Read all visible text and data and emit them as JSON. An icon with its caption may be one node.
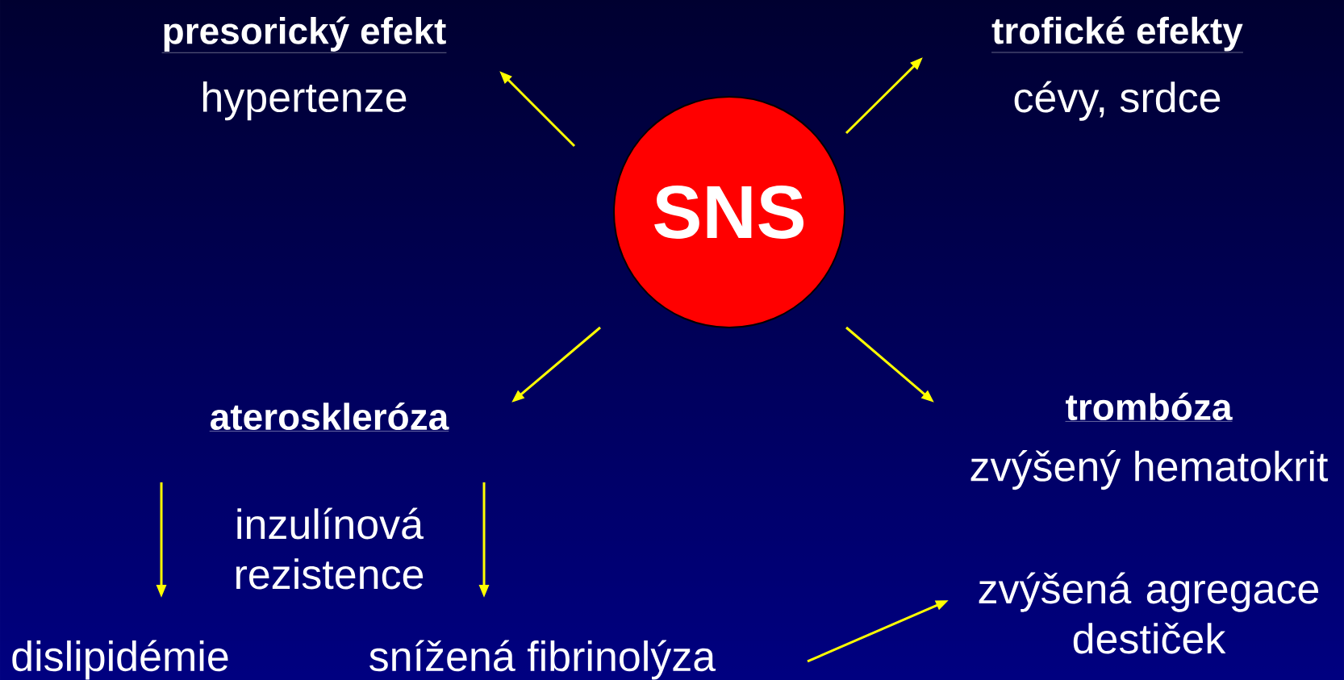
{
  "diagram": {
    "nodes": [
      {
        "text": [
          "SNS"
        ]
      },
      {
        "text": [
          "presorický efekt",
          "hypertenze"
        ]
      },
      {
        "text": [
          "trofické efekty",
          "cévy, srdce"
        ]
      },
      {
        "text": [
          "ateroskleróza"
        ]
      },
      {
        "text": [
          "dislipidémie"
        ]
      },
      {
        "text": [
          "snížená fibrinolýza"
        ]
      },
      {
        "text": [
          "trombóza",
          "zvýšený hematokrit"
        ]
      },
      {
        "text": [
          "zvýšená agregace destiček"
        ]
      }
    ],
    "edges": [
      {
        "from": 0,
        "to": 1,
        "arrow": "to"
      },
      {
        "from": 0,
        "to": 2,
        "arrow": "to"
      },
      {
        "from": 0,
        "to": 3,
        "arrow": "to"
      },
      {
        "from": 0,
        "to": 6,
        "arrow": "to"
      },
      {
        "from": 3,
        "to": 4,
        "arrow": "to"
      },
      {
        "from": 3,
        "to": 5,
        "arrow": "to"
      },
      {
        "from": 5,
        "to": 7,
        "arrow": "to"
      }
    ],
    "labels": [
      "inzulínová rezistence"
    ]
  }
}
